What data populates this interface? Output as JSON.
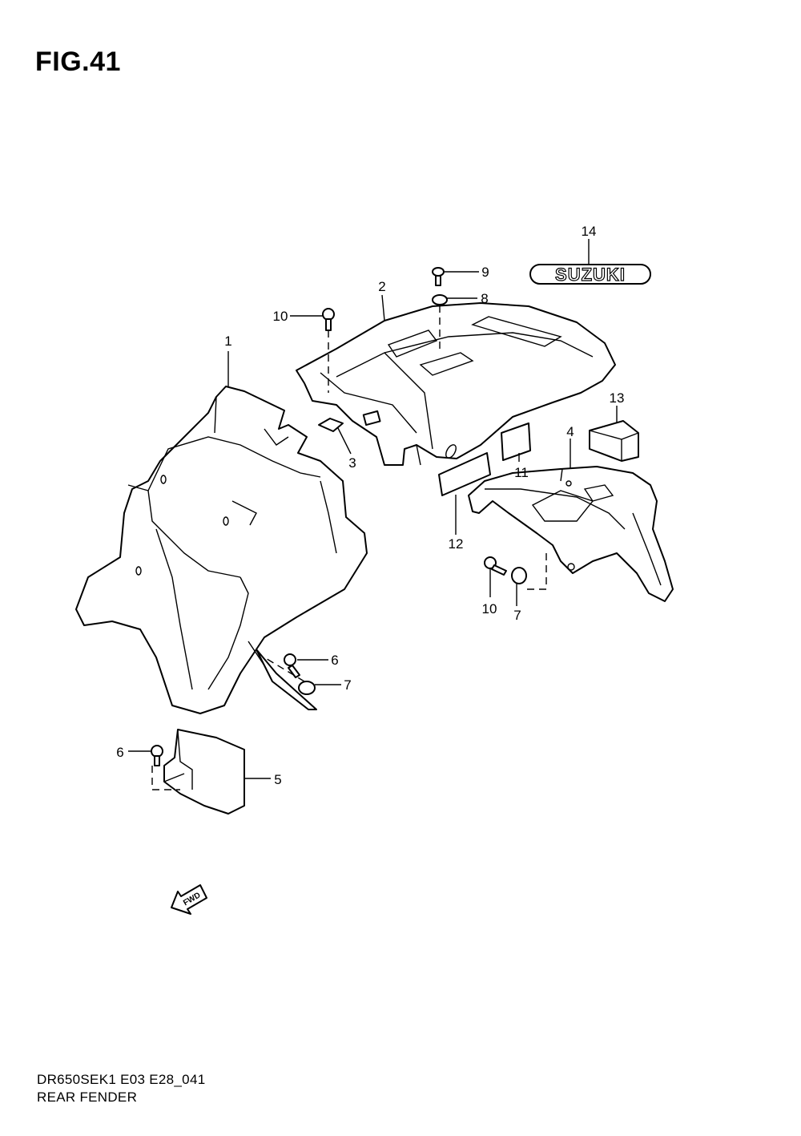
{
  "figure_title": "FIG.41",
  "emblem_text": "SUZUKI",
  "fwd_text": "FWD",
  "callouts": {
    "c1": "1",
    "c2": "2",
    "c3": "3",
    "c4": "4",
    "c5": "5",
    "c6a": "6",
    "c6b": "6",
    "c7a": "7",
    "c7b": "7",
    "c8": "8",
    "c9": "9",
    "c10a": "10",
    "c10b": "10",
    "c11": "11",
    "c12": "12",
    "c13": "13",
    "c14": "14"
  },
  "footer": {
    "model_code": "DR650SEK1 E03 E28_041",
    "section_name": "REAR FENDER"
  }
}
